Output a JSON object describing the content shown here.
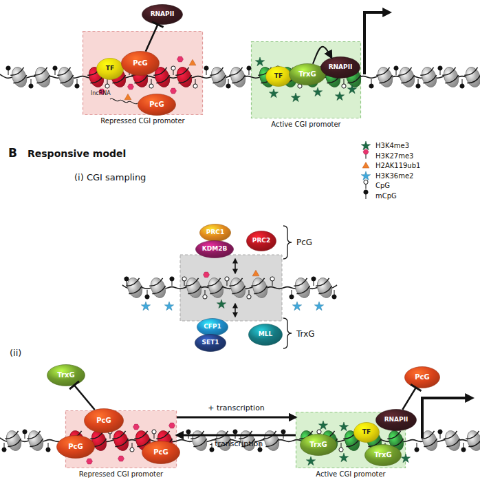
{
  "diagram": {
    "nodes": [
      {
        "text": [
          "RNAPII"
        ]
      },
      {
        "text": [
          "Repressed CGI promoter"
        ]
      },
      {
        "text": [
          "TF"
        ],
        "in": 1
      },
      {
        "text": [
          "PcG"
        ],
        "in": 1
      },
      {
        "text": [
          "PcG"
        ],
        "in": 1
      },
      {
        "text": [
          "Active CGI promoter"
        ]
      },
      {
        "text": [
          "TF"
        ],
        "in": 5
      },
      {
        "text": [
          "TrxG"
        ],
        "in": 5
      },
      {
        "text": [
          "RNAPII"
        ],
        "in": 5
      },
      {
        "text": [
          "PRC1"
        ]
      },
      {
        "text": [
          "KDM2B"
        ]
      },
      {
        "text": [
          "PRC2"
        ]
      },
      {
        "text": [
          "CFP1"
        ]
      },
      {
        "text": [
          "SET1"
        ]
      },
      {
        "text": [
          "MLL"
        ]
      },
      {
        "text": [
          "TrxG"
        ]
      },
      {
        "text": [
          "Repressed CGI promoter"
        ]
      },
      {
        "text": [
          "PcG"
        ],
        "in": 16
      },
      {
        "text": [
          "PcG"
        ],
        "in": 16
      },
      {
        "text": [
          "PcG"
        ],
        "in": 16
      },
      {
        "text": [
          "Active CGI promoter"
        ]
      },
      {
        "text": [
          "TrxG"
        ],
        "in": 20
      },
      {
        "text": [
          "TF"
        ],
        "in": 20
      },
      {
        "text": [
          "TrxG"
        ],
        "in": 20
      },
      {
        "text": [
          "RNAPII"
        ],
        "in": 20
      },
      {
        "text": [
          "PcG"
        ]
      }
    ],
    "edges": [
      {
        "from": 3,
        "to": 0,
        "arrow": "to"
      },
      {
        "from": 7,
        "to": 8,
        "arrow": "to"
      },
      {
        "from": 17,
        "to": 15,
        "arrow": "to"
      },
      {
        "from": 24,
        "to": 25,
        "arrow": "to"
      },
      {
        "from": 16,
        "to": 20,
        "label": "+ transcription",
        "arrow": "to"
      },
      {
        "from": 20,
        "to": 16,
        "label": "- transcription",
        "arrow": "to"
      }
    ],
    "labels": [
      "lncRNA",
      "B",
      "Responsive model",
      "(i) CGI sampling",
      "PcG",
      "TrxG",
      "(ii)"
    ],
    "legend": [
      {
        "text": "H3K4me3"
      },
      {
        "text": "H3K27me3"
      },
      {
        "text": "H2AK119ub1"
      },
      {
        "text": "H3K36me2"
      },
      {
        "text": "CpG"
      },
      {
        "text": "mCpG"
      }
    ]
  }
}
